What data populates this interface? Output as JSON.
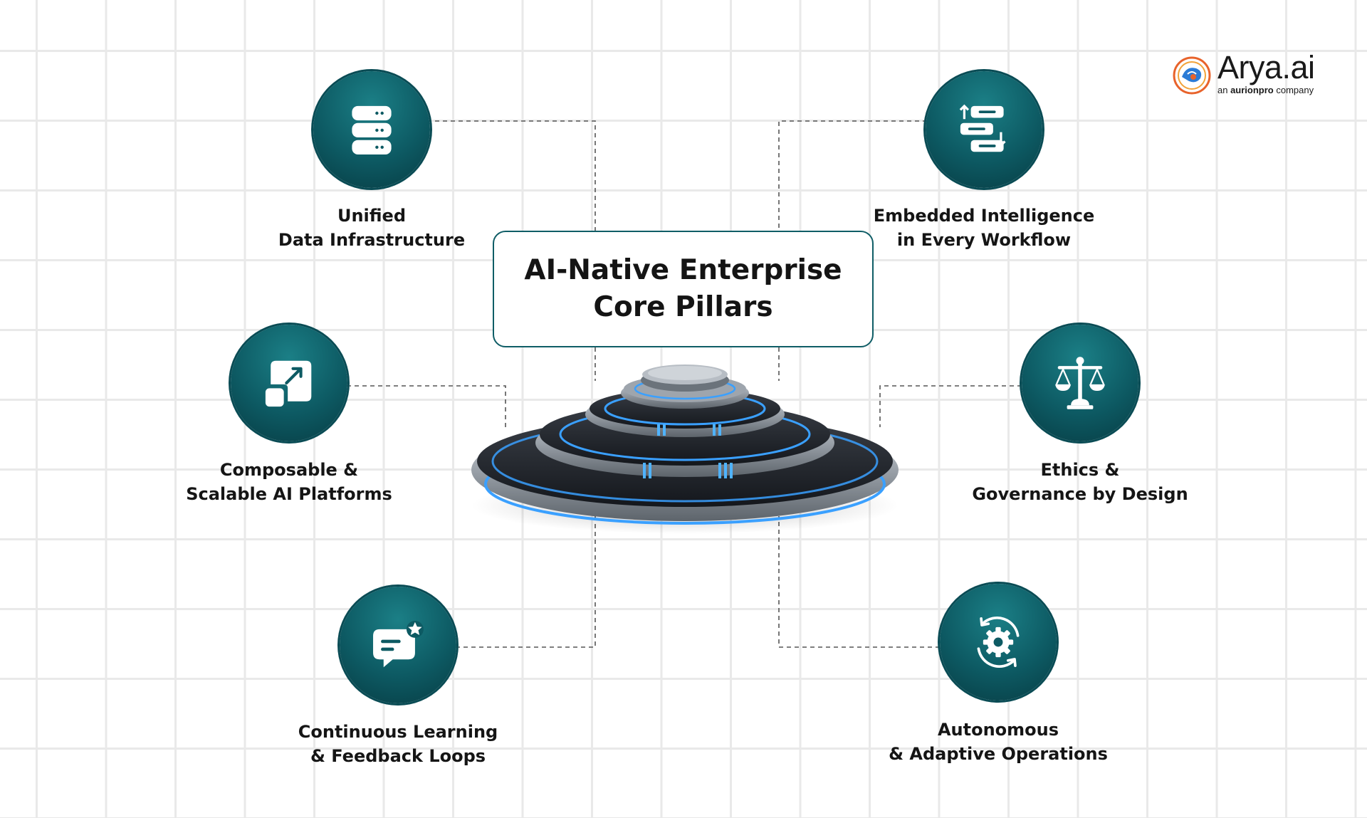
{
  "title": {
    "line1": "AI-Native Enterprise",
    "line2": "Core Pillars"
  },
  "brand": {
    "name": "Arya.ai",
    "tagline_pre": "an ",
    "tagline_bold": "aurionpro",
    "tagline_post": " company"
  },
  "pillars": [
    {
      "id": "data",
      "line1": "Unified",
      "line2": "Data Infrastructure",
      "icon": "database-icon"
    },
    {
      "id": "workflow",
      "line1": "Embedded Intelligence",
      "line2": "in Every Workflow",
      "icon": "workflow-sort-icon"
    },
    {
      "id": "platform",
      "line1": "Composable &",
      "line2": "Scalable AI Platforms",
      "icon": "expand-arrow-icon"
    },
    {
      "id": "ethics",
      "line1": "Ethics &",
      "line2": "Governance by Design",
      "icon": "scales-icon"
    },
    {
      "id": "learning",
      "line1": "Continuous Learning",
      "line2": "& Feedback Loops",
      "icon": "chat-star-icon"
    },
    {
      "id": "ops",
      "line1": "Autonomous",
      "line2": "& Adaptive Operations",
      "icon": "gear-cycle-icon"
    }
  ],
  "colors": {
    "teal": "#0d5a63",
    "teal_light": "#1b7f86",
    "glow": "#3aa0ff",
    "grid": "#e9e9e9"
  }
}
